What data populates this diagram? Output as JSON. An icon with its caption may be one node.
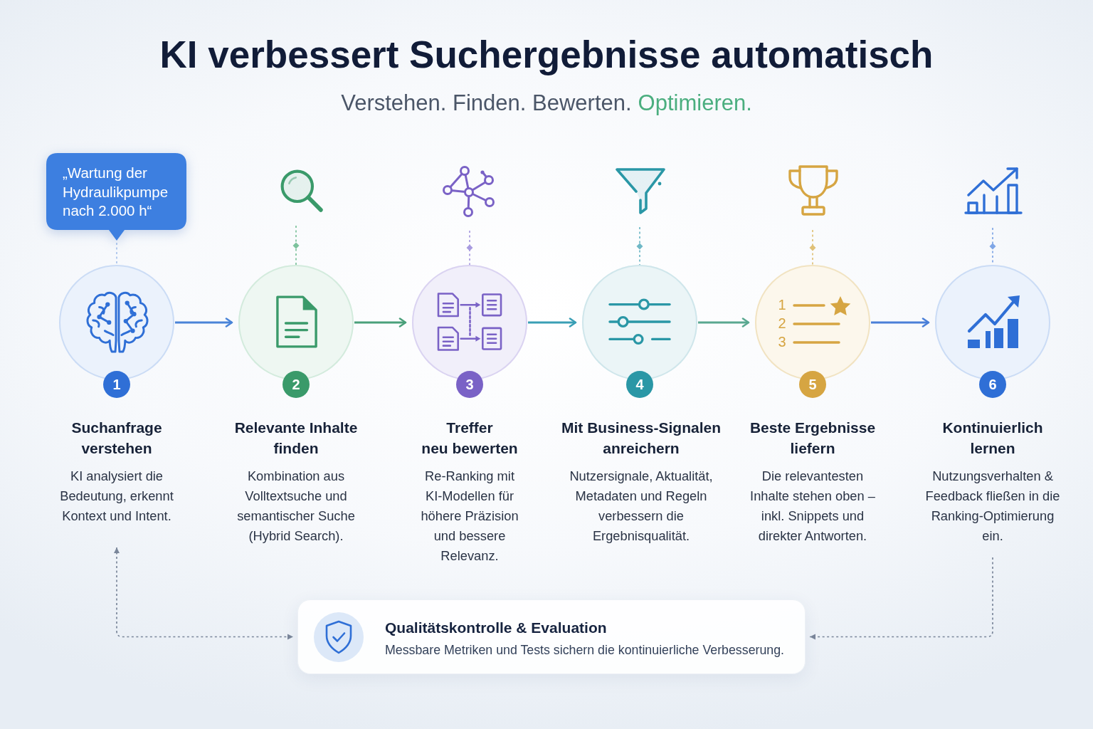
{
  "diagram": {
    "title": "KI verbessert Suchergebnisse automatisch",
    "nodes": [
      {
        "text": [
          "„Wartung der Hydraulikpumpe nach 2.000 h“"
        ]
      },
      {
        "text": [],
        "shape": "picture"
      },
      {
        "text": [],
        "shape": "picture"
      },
      {
        "text": [],
        "shape": "picture"
      },
      {
        "text": [],
        "shape": "picture"
      },
      {
        "text": [],
        "shape": "picture"
      },
      {
        "text": [
          "1"
        ]
      },
      {
        "text": [
          "2"
        ]
      },
      {
        "text": [
          "3"
        ]
      },
      {
        "text": [
          "4"
        ]
      },
      {
        "text": [
          "5"
        ]
      },
      {
        "text": [
          "6"
        ]
      },
      {
        "text": [
          "Suchanfrage verstehen",
          "KI analysiert die Bedeutung, erkennt Kontext und Intent."
        ]
      },
      {
        "text": [
          "Relevante Inhalte finden",
          "Kombination aus Volltextsuche und semantischer Suche (Hybrid Search)."
        ]
      },
      {
        "text": [
          "Treffer neu bewerten",
          "Re-Ranking mit KI-Modellen für höhere Präzision und bessere Relevanz."
        ]
      },
      {
        "text": [
          "Mit Business-Signalen anreichern",
          "Nutzersignale, Aktualität, Metadaten und Regeln verbessern die Ergebnisqualität."
        ]
      },
      {
        "text": [
          "Beste Ergebnisse liefern",
          "Die relevantesten Inhalte stehen oben – inkl. Snippets und direkter Antworten."
        ]
      },
      {
        "text": [
          "Kontinuierlich lernen",
          "Nutzungsverhalten & Feedback fließen in die Ranking-Optimierung ein."
        ]
      },
      {
        "text": [
          "Qualitätskontrolle & Evaluation",
          "Messbare Metriken und Tests sichern die kontinuierliche Verbesserung."
        ]
      }
    ],
    "edges": [
      {
        "from": 0,
        "to": 6,
        "arrow": "none",
        "style": "dashed",
        "color": "#a9c3ec"
      },
      {
        "from": 1,
        "to": 7,
        "arrow": "none",
        "style": "dashed",
        "color": "#7cc29c"
      },
      {
        "from": 2,
        "to": 8,
        "arrow": "none",
        "style": "dashed",
        "color": "#a89be0"
      },
      {
        "from": 3,
        "to": 9,
        "arrow": "none",
        "style": "dashed",
        "color": "#6fb8c6"
      },
      {
        "from": 4,
        "to": 10,
        "arrow": "none",
        "style": "dashed",
        "color": "#e0c178"
      },
      {
        "from": 5,
        "to": 11,
        "arrow": "none",
        "style": "dashed",
        "color": "#7fa6e6"
      },
      {
        "from": 6,
        "to": 7,
        "arrow": "to",
        "color": "#4a84d8"
      },
      {
        "from": 7,
        "to": 8,
        "arrow": "to",
        "color": "#4aa07a"
      },
      {
        "from": 8,
        "to": 9,
        "arrow": "to",
        "color": "#3a9fb5"
      },
      {
        "from": 9,
        "to": 10,
        "arrow": "to",
        "color": "#5aa890"
      },
      {
        "from": 10,
        "to": 11,
        "arrow": "to",
        "color": "#4a7fd8"
      },
      {
        "from": 12,
        "to": 18,
        "arrow": "both",
        "style": "dashed",
        "color": "#7a869a"
      },
      {
        "from": 17,
        "to": 18,
        "arrow": "to",
        "style": "dashed",
        "color": "#7a869a"
      }
    ],
    "labels": [
      "Verstehen. Finden. Bewerten.",
      "Optimieren.",
      "1",
      "2",
      "3"
    ]
  }
}
